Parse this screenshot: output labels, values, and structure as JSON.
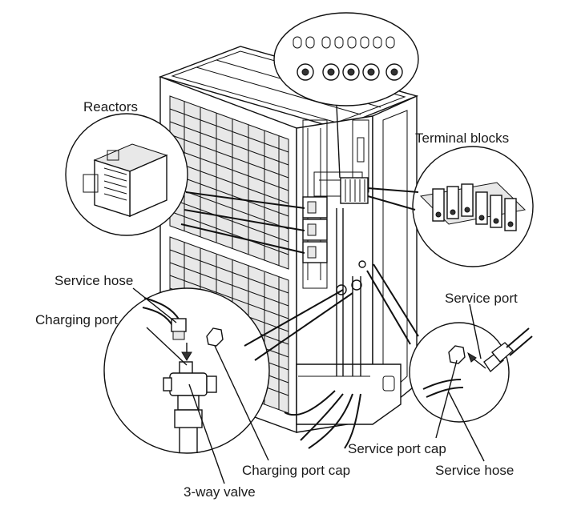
{
  "labels": {
    "reactors": "Reactors",
    "terminal_blocks": "Terminal blocks",
    "service_hose_left": "Service hose",
    "charging_port": "Charging port",
    "service_port": "Service port",
    "service_port_cap": "Service port cap",
    "service_hose_right": "Service hose",
    "charging_port_cap": "Charging port cap",
    "three_way_valve": "3-way valve"
  }
}
